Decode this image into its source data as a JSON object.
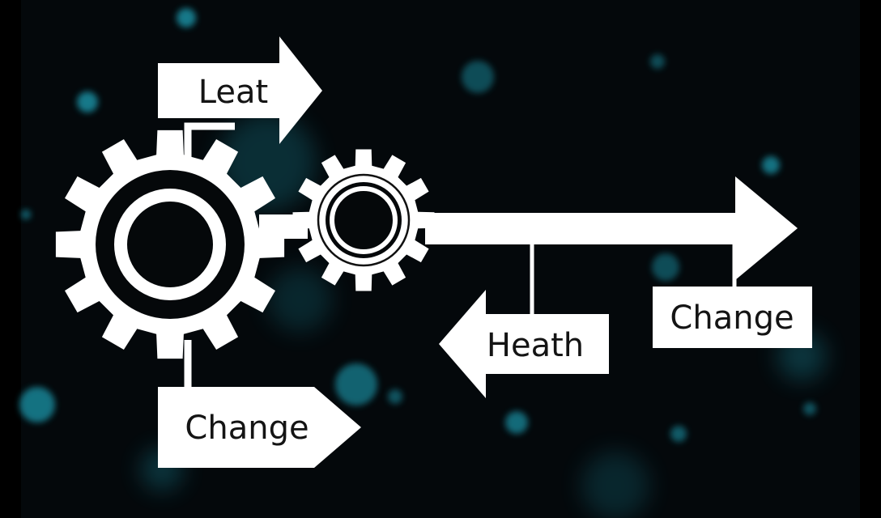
{
  "diagram": {
    "labels": {
      "top": "Leat",
      "bottom": "Change",
      "middle": "Heath",
      "right": "Change"
    },
    "colors": {
      "background": "#04080b",
      "shapes": "#ffffff",
      "text": "#141414",
      "bokeh": "#1d9fb4"
    },
    "icons": [
      "large-gear-icon",
      "small-gear-icon"
    ]
  }
}
